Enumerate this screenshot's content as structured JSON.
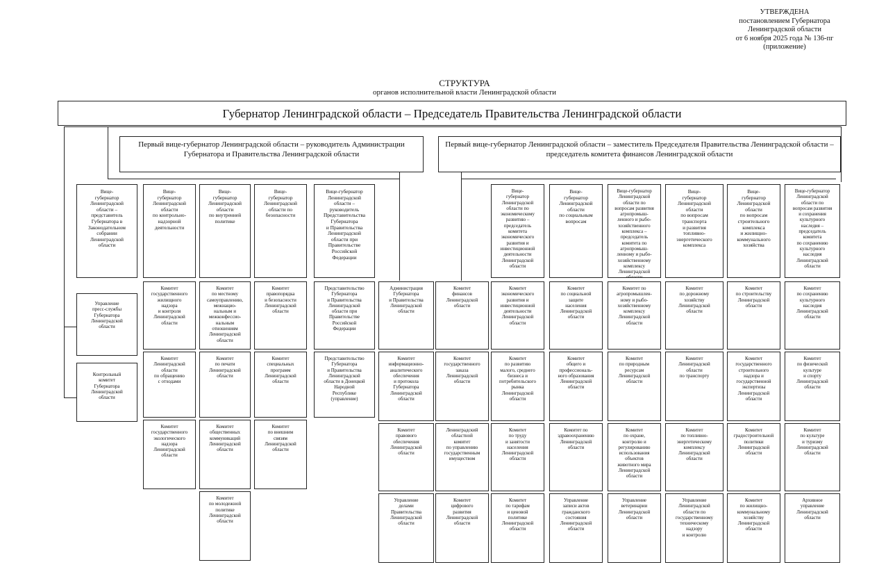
{
  "approval": {
    "line1": "УТВЕРЖДЕНА",
    "line2": "постановлением Губернатора",
    "line3": "Ленинградской области",
    "line4": "от 6 ноября 2025 года № 136-пг",
    "line5": "(приложение)"
  },
  "title": {
    "main": "СТРУКТУРА",
    "sub": "органов исполнительной власти Ленинградской области"
  },
  "governor": "Губернатор Ленинградской области – Председатель Правительства Ленинградской области",
  "first_vice_left": "Первый вице-губернатор Ленинградской области – руководитель Администрации Губернатора и Правительства Ленинградской области",
  "first_vice_right": "Первый вице-губернатор Ленинградской области – заместитель Председателя Правительства Ленинградской области – председатель комитета финансов Ленинградской области",
  "vice_governors": {
    "legislative_rep": "Вице-\nгубернатор\nЛенинградской\nобласти –\nпредставитель\nГубернатора в\nЗаконодательном\nсобрании\nЛенинградской\nобласти",
    "control": "Вице-\nгубернатор\nЛенинградской\nобласти\nпо контрольно-\nнадзорной\nдеятельности",
    "internal": "Вице-\nгубернатор\nЛенинградской\nобласти\nпо внутренней\nполитике",
    "security": "Вице-\nгубернатор\nЛенинградской\nобласти по\nбезопасности",
    "admin_head": "Вице-губернатор\nЛенинградской\nобласти –\nруководитель\nПредставительства\nГубернатора\nи Правительства\nЛенинградской\nобласти при\nПравительстве\nРоссийской\nФедерации",
    "economy": "Вице-\nгубернатор\nЛенинградской\nобласти по\nэкономическому\nразвитию –\nпредседатель\nкомитета\nэкономического\nразвития и\nинвестиционной\nдеятельности\nЛенинградской\nобласти",
    "social": "Вице-\nгубернатор\nЛенинградской\nобласти\nпо социальным\nвопросам",
    "agro": "Вице-губернатор\nЛенинградской\nобласти по\nвопросам развития\nагропромыш-\nленного и рыбо-\nхозяйственного\nкомплекса –\nпредседатель\nкомитета по\nагропромыш-\nленному и рыбо-\nхозяйственному\nкомплексу\nЛенинградской\nобласти",
    "transport": "Вице-\nгубернатор\nЛенинградской\nобласти\nпо вопросам\nтранспорта\nи развития\nтопливно-\nэнергетического\nкомплекса",
    "construction": "Вице-\nгубернатор\nЛенинградской\nобласти\nпо вопросам\nстроительного\nкомплекса\nи жилищно-\nкоммунального\nхозяйства",
    "culture": "Вице-губернатор\nЛенинградской\nобласти по\nвопросам развития\nи сохранения\nкультурного\nнаследия –\nпредседатель\nкомитета\nпо сохранению\nкультурного\nнаследия\nЛенинградской\nобласти"
  },
  "units": {
    "press": "Управление\nпресс-службы\nГубернатора\nЛенинградской\nобласти",
    "control_committee": "Контрольный\nкомитет\nГубернатора\nЛенинградской\nобласти",
    "c1_1": "Комитет\nгосударственного\nжилищного\nнадзора\nи контроля\nЛенинградской\nобласти",
    "c1_2": "Комитет\nЛенинградской\nобласти\nпо обращению\nс отходами",
    "c1_3": "Комитет\nгосударственного\nэкологического\nнадзора\nЛенинградской\nобласти",
    "c2_1": "Комитет\nпо местному\nсамоуправлению,\nмежнацио-\nнальным и\nмежконфессио-\nнальным\nотношениям\nЛенинградской\nобласти",
    "c2_2": "Комитет\nпо печати\nЛенинградской\nобласти",
    "c2_3": "Комитет\nобщественных\nкоммуникаций\nЛенинградской\nобласти",
    "c2_4": "Комитет\nпо молодежной\nполитике\nЛенинградской\nобласти",
    "c3_1": "Комитет\nправопорядка\nи безопасности\nЛенинградской\nобласти",
    "c3_2": "Комитет\nспециальных\nпрограмм\nЛенинградской\nобласти",
    "c3_3": "Комитет\nпо внешним\nсвязям\nЛенинградской\nобласти",
    "c4_1": "Представительство\nГубернатора\nи Правительства\nЛенинградской\nобласти при\nПравительстве\nРоссийской\nФедерации",
    "c4_2": "Представительство\nГубернатора\nи Правительства\nЛенинградской\nобласти в Донецкой\nНародной\nРеспублике\n(управление)",
    "c5_1": "Администрация\nГубернатора\nи Правительства\nЛенинградской\nобласти",
    "c5_2": "Комитет\nинформационно-\nаналитического\nобеспечения\nи протокола\nГубернатора\nЛенинградской\nобласти",
    "c5_3": "Комитет\nправового\nобеспечения\nЛенинградской\nобласти",
    "c5_4": "Управление\nделами\nПравительства\nЛенинградской\nобласти",
    "c6_1": "Комитет\nфинансов\nЛенинградской\nобласти",
    "c6_2": "Комитет\nгосударственного\nзаказа\nЛенинградской\nобласти",
    "c6_3": "Ленинградский\nобластной\nкомитет\nпо управлению\nгосударственным\nимуществом",
    "c6_4": "Комитет\nцифрового\nразвития\nЛенинградской\nобласти",
    "c7_1": "Комитет\nэкономического\nразвития и\nинвестиционной\nдеятельности\nЛенинградской\nобласти",
    "c7_2": "Комитет\nпо развитию\nмалого, среднего\nбизнеса и\nпотребительского\nрынка\nЛенинградской\nобласти",
    "c7_3": "Комитет\nпо труду\nи занятости\nнаселения\nЛенинградской\nобласти",
    "c7_4": "Комитет\nпо тарифам\nи ценовой\nполитике\nЛенинградской\nобласти",
    "c8_1": "Комитет\nпо социальной\nзащите\nнаселения\nЛенинградской\nобласти",
    "c8_2": "Комитет\nобщего и\nпрофессиональ-\nного образования\nЛенинградской\nобласти",
    "c8_3": "Комитет по\nздравоохранению\nЛенинградской\nобласти",
    "c8_4": "Управление\nзаписи актов\nгражданского\nсостояния\nЛенинградской\nобласти",
    "c9_1": "Комитет по\nагропромышлен-\nному и рыбо-\nхозяйственному\nкомплексу\nЛенинградской\nобласти",
    "c9_2": "Комитет\nпо природным\nресурсам\nЛенинградской\nобласти",
    "c9_3": "Комитет\nпо охране,\nконтролю и\nрегулированию\nиспользования\nобъектов\nживотного мира\nЛенинградской\nобласти",
    "c9_4": "Управление\nветеринарии\nЛенинградской\nобласти",
    "c10_1": "Комитет\nпо дорожному\nхозяйству\nЛенинградской\nобласти",
    "c10_2": "Комитет\nЛенинградской\nобласти\nпо транспорту",
    "c10_3": "Комитет\nпо топливно-\nэнергетическому\nкомплексу\nЛенинградской\nобласти",
    "c10_4": "Управление\nЛенинградской\nобласти по\nгосударственному\nтехническому\nнадзору\nи контролю",
    "c11_1": "Комитет\nпо строительству\nЛенинградской\nобласти",
    "c11_2": "Комитет\nгосударственного\nстроительного\nнадзора и\nгосударственной\nэкспертизы\nЛенинградской\nобласти",
    "c11_3": "Комитет\nградостроительной\nполитики\nЛенинградской\nобласти",
    "c11_4": "Комитет\nпо жилищно-\nкоммунальному\nхозяйству\nЛенинградской\nобласти",
    "c12_1": "Комитет\nпо сохранению\nкультурного\nнаследия\nЛенинградской\nобласти",
    "c12_2": "Комитет\nпо физической\nкультуре\nи спорту\nЛенинградской\nобласти",
    "c12_3": "Комитет\nпо культуре\nи туризму\nЛенинградской\nобласти",
    "c12_4": "Архивное\nуправление\nЛенинградской\nобласти"
  }
}
